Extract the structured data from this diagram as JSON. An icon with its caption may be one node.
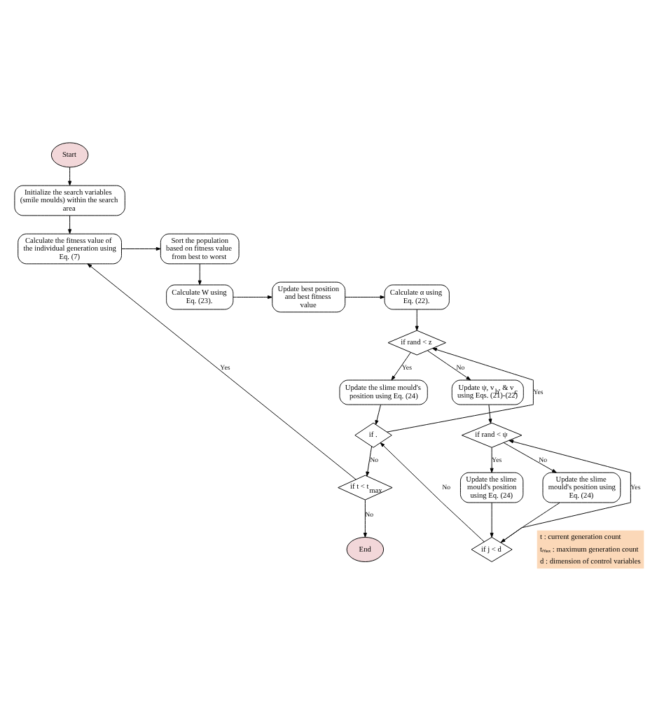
{
  "diagram": {
    "nodes": [
      {
        "text": [
          "Start"
        ]
      },
      {
        "text": [
          "Initialize the search variables (smile moulds) within the search area"
        ]
      },
      {
        "text": [
          "Calculate the fitness value of the individual generation using Eq. (7)"
        ]
      },
      {
        "text": [
          "Sort the population based on fitness value from best to worst"
        ]
      },
      {
        "text": [
          "Calculate W using Eq. (23)."
        ]
      },
      {
        "text": [
          "Update best position and best fitness value"
        ]
      },
      {
        "text": [
          "Calculate α using Eq. (22)."
        ]
      },
      {
        "text": [
          "if rand < z"
        ]
      },
      {
        "text": [
          "Update the slime mould's position using Eq. (24)"
        ]
      },
      {
        "text": [
          "Update ψ, v$_{b}$, & v$_{c}$ using Eqs. (21)-(22)"
        ]
      },
      {
        "text": [
          "if ."
        ]
      },
      {
        "text": [
          "if rand < ψ"
        ]
      },
      {
        "text": [
          "Update the slime mould's position using Eq. (24)"
        ]
      },
      {
        "text": [
          "Update the slime mould's position using Eq. (24)"
        ]
      },
      {
        "text": [
          "if j < d"
        ]
      },
      {
        "text": [
          "if t < t$_{max}$"
        ]
      },
      {
        "text": [
          "End"
        ]
      }
    ],
    "edges": [
      {
        "from": 0,
        "to": 1,
        "arrow": "to"
      },
      {
        "from": 1,
        "to": 2,
        "arrow": "to"
      },
      {
        "from": 2,
        "to": 3,
        "arrow": "to"
      },
      {
        "from": 3,
        "to": 4,
        "arrow": "to"
      },
      {
        "from": 4,
        "to": 5,
        "arrow": "to"
      },
      {
        "from": 5,
        "to": 6,
        "arrow": "to"
      },
      {
        "from": 6,
        "to": 7,
        "arrow": "to"
      },
      {
        "from": 7,
        "to": 8,
        "arrow": "to",
        "label": "Yes"
      },
      {
        "from": 7,
        "to": 9,
        "arrow": "to",
        "label": "No"
      },
      {
        "from": 8,
        "to": 10,
        "arrow": "to"
      },
      {
        "from": 10,
        "to": 7,
        "arrow": "to",
        "label": "Yes"
      },
      {
        "from": 10,
        "to": 15,
        "arrow": "to",
        "label": "No"
      },
      {
        "from": 15,
        "to": 2,
        "arrow": "to",
        "label": "Yes"
      },
      {
        "from": 15,
        "to": 16,
        "arrow": "to",
        "label": "No"
      },
      {
        "from": 9,
        "to": 11,
        "arrow": "to"
      },
      {
        "from": 11,
        "to": 12,
        "arrow": "to",
        "label": "Yes"
      },
      {
        "from": 11,
        "to": 13,
        "arrow": "to",
        "label": "No"
      },
      {
        "from": 12,
        "to": 14,
        "arrow": "to"
      },
      {
        "from": 13,
        "to": 14,
        "arrow": "to"
      },
      {
        "from": 14,
        "to": 10,
        "arrow": "to",
        "label": "No"
      },
      {
        "from": 14,
        "to": 11,
        "arrow": "to",
        "label": "Yes"
      }
    ],
    "labels": [
      "t : current generation count",
      "tₘₐₓ : maximum generation count",
      "d : dimension of control variables"
    ]
  }
}
